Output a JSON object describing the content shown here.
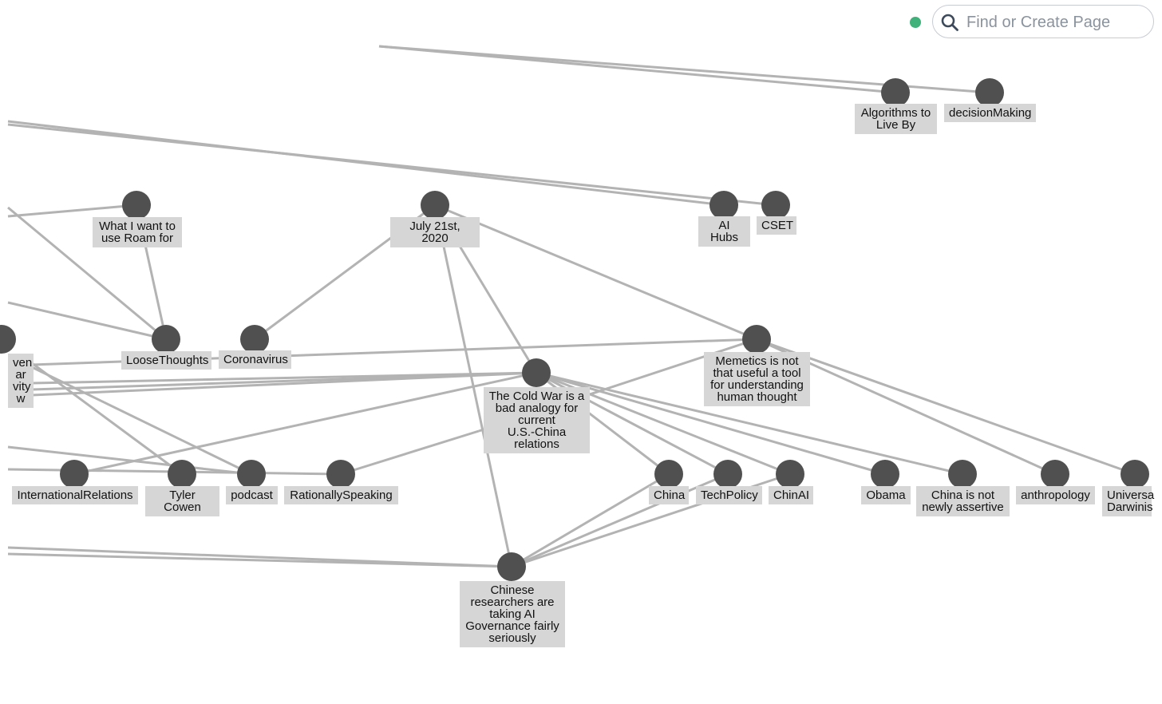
{
  "search": {
    "placeholder": "Find or Create Page",
    "value": ""
  },
  "status": {
    "color": "#3fb17a",
    "state": "synced"
  },
  "colors": {
    "node": "#505050",
    "edge": "#b3b3b3",
    "label_bg": "#d6d6d6"
  },
  "nodes": [
    {
      "id": "algorithms",
      "label": "Algorithms to\nLive By"
    },
    {
      "id": "decisionmaking",
      "label": "decisionMaking"
    },
    {
      "id": "whatiwant",
      "label": "What I want to\nuse Roam for"
    },
    {
      "id": "july21",
      "label": "July 21st, 2020"
    },
    {
      "id": "aihubs",
      "label": "AI Hubs"
    },
    {
      "id": "cset",
      "label": "CSET"
    },
    {
      "id": "loosethoughts",
      "label": "LooseThoughts"
    },
    {
      "id": "coronavirus",
      "label": "Coronavirus"
    },
    {
      "id": "tylercowenpartial",
      "label": "ven\nar\nvity\nw"
    },
    {
      "id": "memetics",
      "label": "Memetics is not\nthat useful a tool\nfor understanding\nhuman thought"
    },
    {
      "id": "coldwar",
      "label": "The Cold War is a\nbad analogy for\ncurrent\nU.S.-China\nrelations"
    },
    {
      "id": "internationalrelations",
      "label": "InternationalRelations"
    },
    {
      "id": "tylercowen",
      "label": "Tyler Cowen"
    },
    {
      "id": "podcast",
      "label": "podcast"
    },
    {
      "id": "rationallyspeaking",
      "label": "RationallySpeaking"
    },
    {
      "id": "china",
      "label": "China"
    },
    {
      "id": "techpolicy",
      "label": "TechPolicy"
    },
    {
      "id": "chinai",
      "label": "ChinAI"
    },
    {
      "id": "obama",
      "label": "Obama"
    },
    {
      "id": "chinanotassertive",
      "label": "China is not\nnewly assertive"
    },
    {
      "id": "anthropology",
      "label": "anthropology"
    },
    {
      "id": "universaldarwinism",
      "label": "Universa\nDarwinis"
    },
    {
      "id": "chineseresearchers",
      "label": "Chinese\nresearchers are\ntaking AI\nGovernance fairly\nseriously"
    }
  ]
}
